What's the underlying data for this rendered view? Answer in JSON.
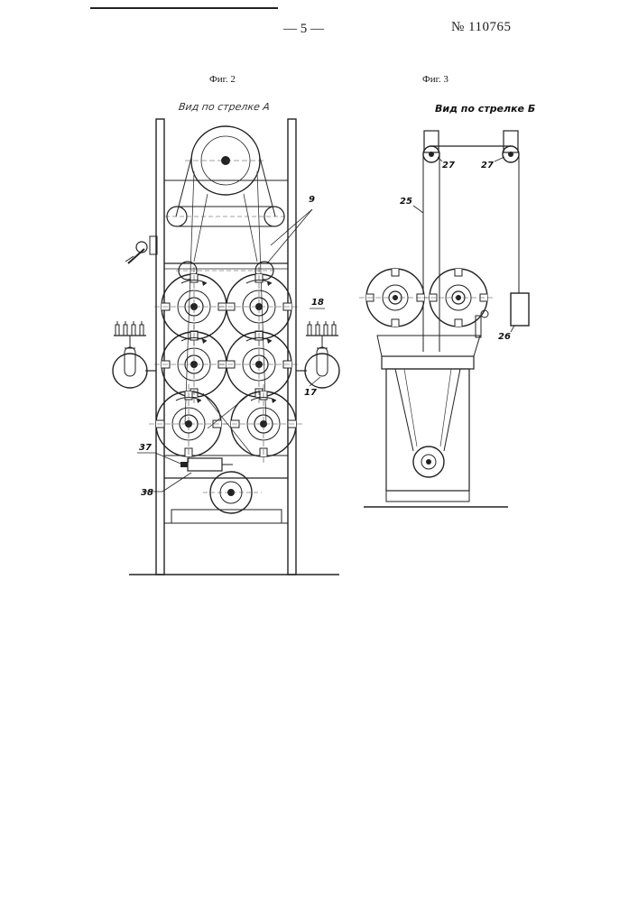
{
  "header": {
    "page_number": "— 5 —",
    "patent_number": "№ 110765"
  },
  "figure2": {
    "title": "Фиг. 2",
    "view_label": "Вид по стрелке А",
    "callouts": {
      "c9": "9",
      "c18": "18",
      "c17": "17",
      "c37": "37",
      "c38": "38"
    }
  },
  "figure3": {
    "title": "Фиг. 3",
    "view_label": "Вид по стрелке Б",
    "callouts": {
      "c27a": "27",
      "c27b": "27",
      "c25": "25",
      "c26": "26"
    }
  }
}
